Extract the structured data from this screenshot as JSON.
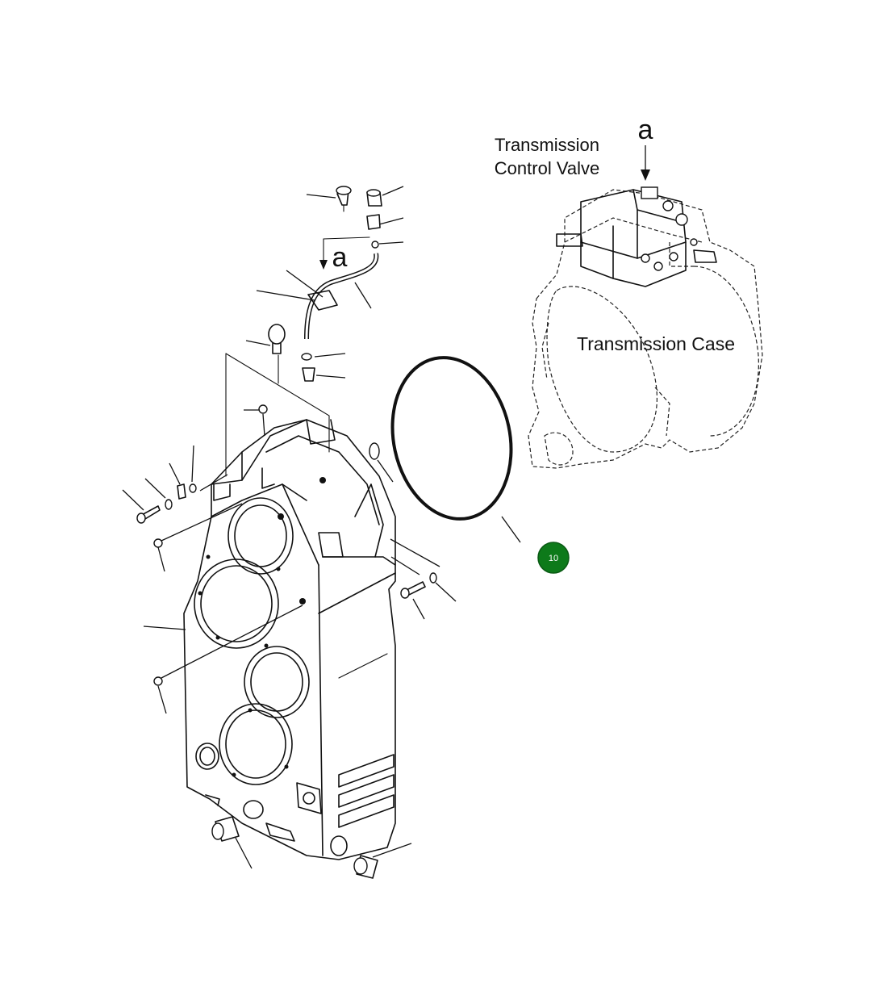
{
  "labels": {
    "valve_line1": "Transmission",
    "valve_line2": "Control Valve",
    "case": "Transmission  Case",
    "arrow_a_top": "a",
    "arrow_a_left": "a"
  },
  "callouts": [
    {
      "number": "10",
      "color": "#0d7a1a"
    }
  ]
}
